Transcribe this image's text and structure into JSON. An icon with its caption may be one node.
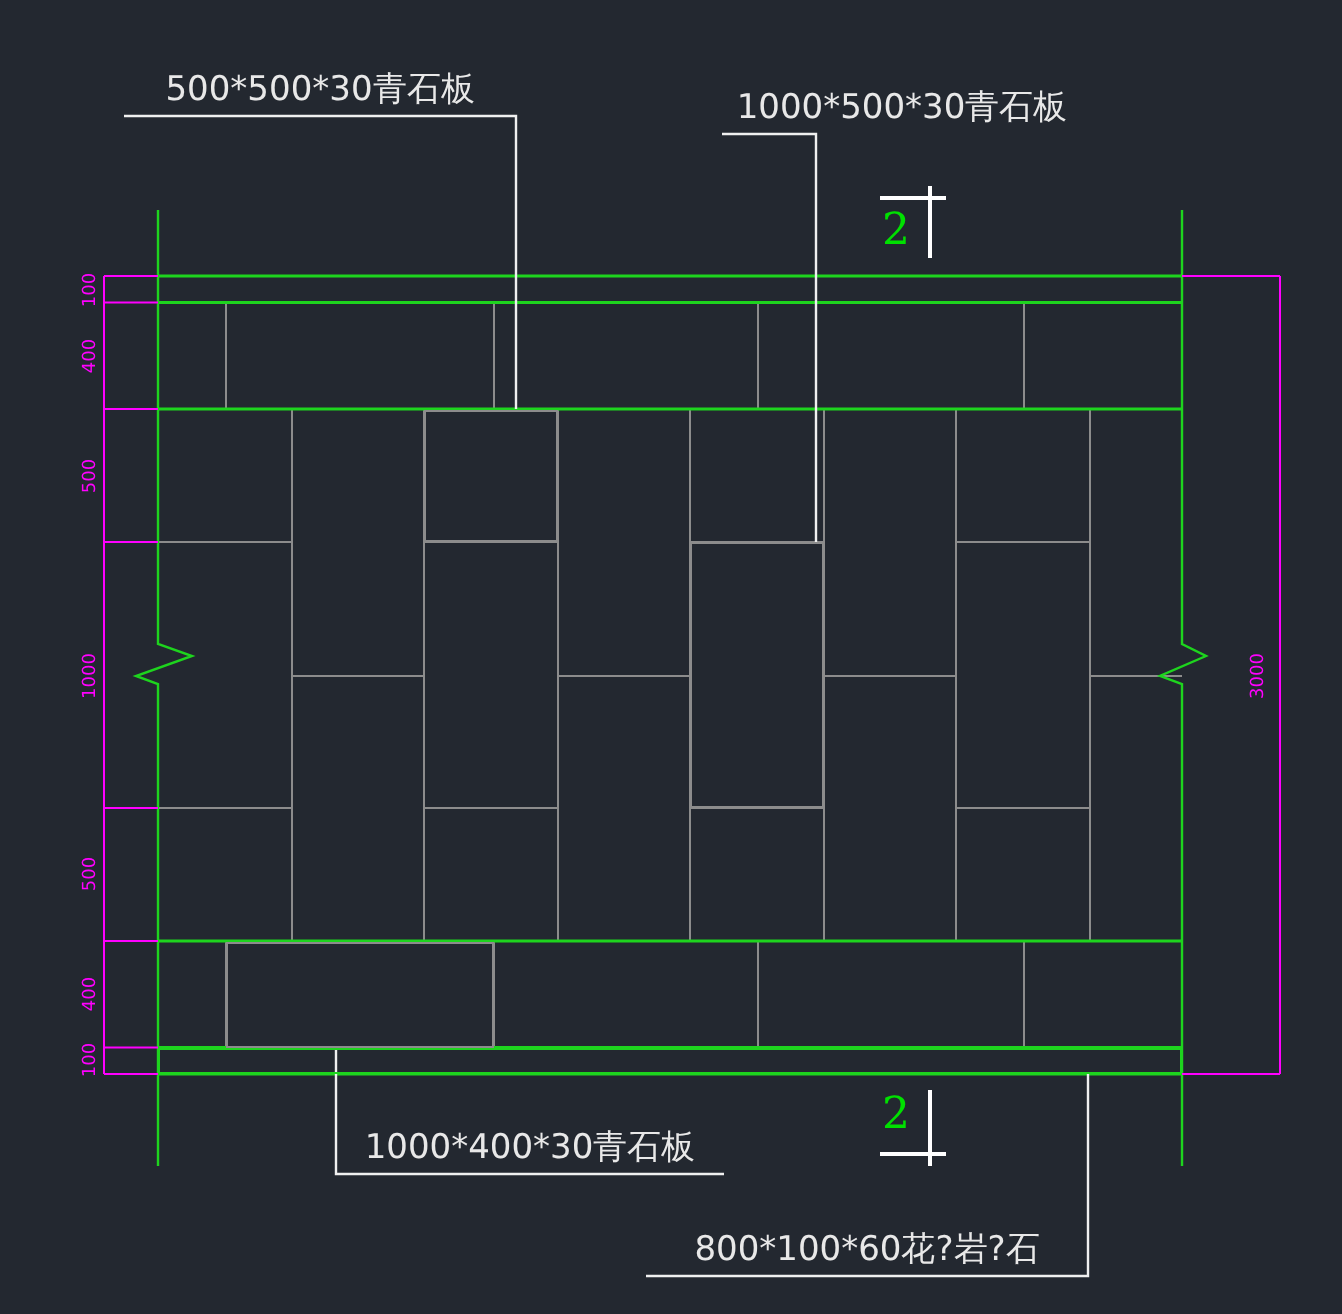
{
  "diagram": {
    "nodes": [
      {
        "text": [
          "500*500*30青石板"
        ]
      },
      {
        "text": [],
        "shape": "box"
      },
      {
        "text": [
          "1000*500*30青石板"
        ]
      },
      {
        "text": [],
        "shape": "box"
      },
      {
        "text": [
          "1000*400*30青石板"
        ]
      },
      {
        "text": [],
        "shape": "box"
      },
      {
        "text": [
          "800*100*60花?岩?石"
        ]
      },
      {
        "text": [],
        "shape": "bar"
      }
    ],
    "edges": [
      {
        "from": 0,
        "to": 1,
        "arrow": "none"
      },
      {
        "from": 2,
        "to": 3,
        "arrow": "none"
      },
      {
        "from": 4,
        "to": 5,
        "arrow": "none"
      },
      {
        "from": 6,
        "to": 7,
        "arrow": "none"
      }
    ],
    "labels": [
      "2",
      "100",
      "400",
      "500",
      "1000",
      "500",
      "400",
      "100",
      "3000",
      "2"
    ]
  }
}
